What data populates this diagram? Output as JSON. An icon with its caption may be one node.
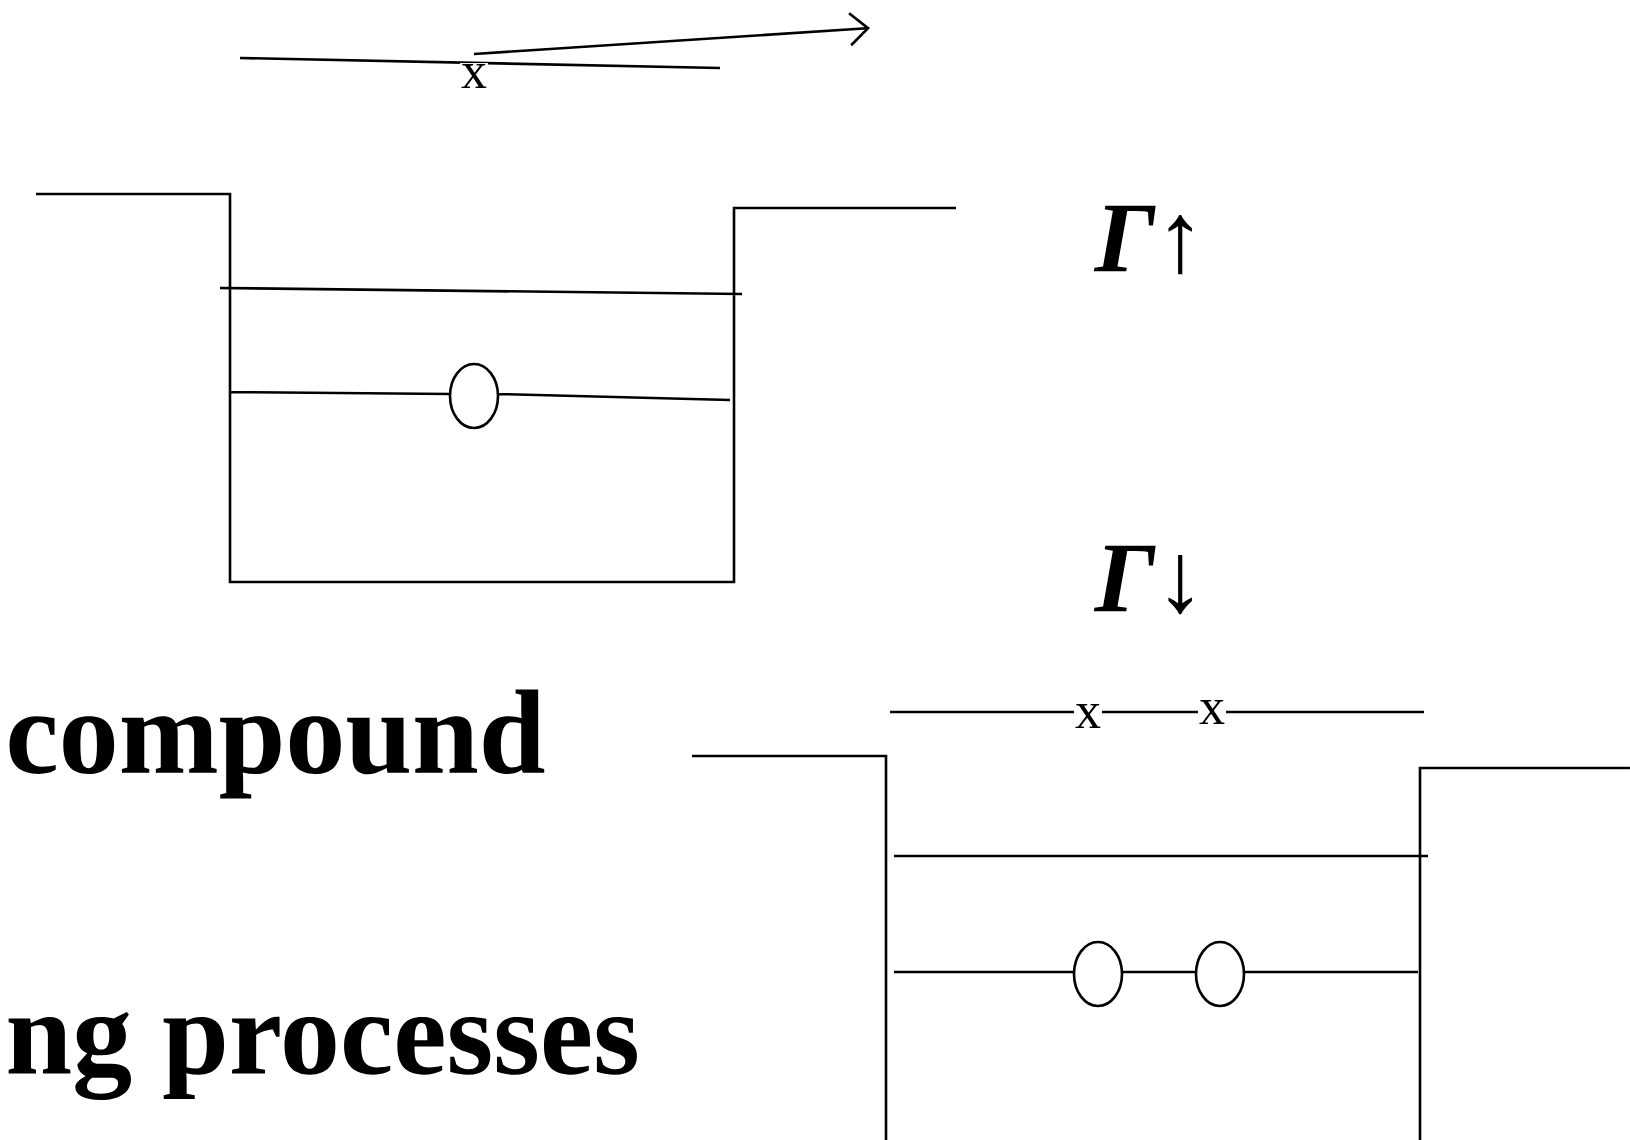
{
  "diagram": {
    "labels": [
      "x",
      "Γ↑",
      "Γ↓",
      "compound",
      "x",
      "x",
      "ng processes"
    ]
  }
}
